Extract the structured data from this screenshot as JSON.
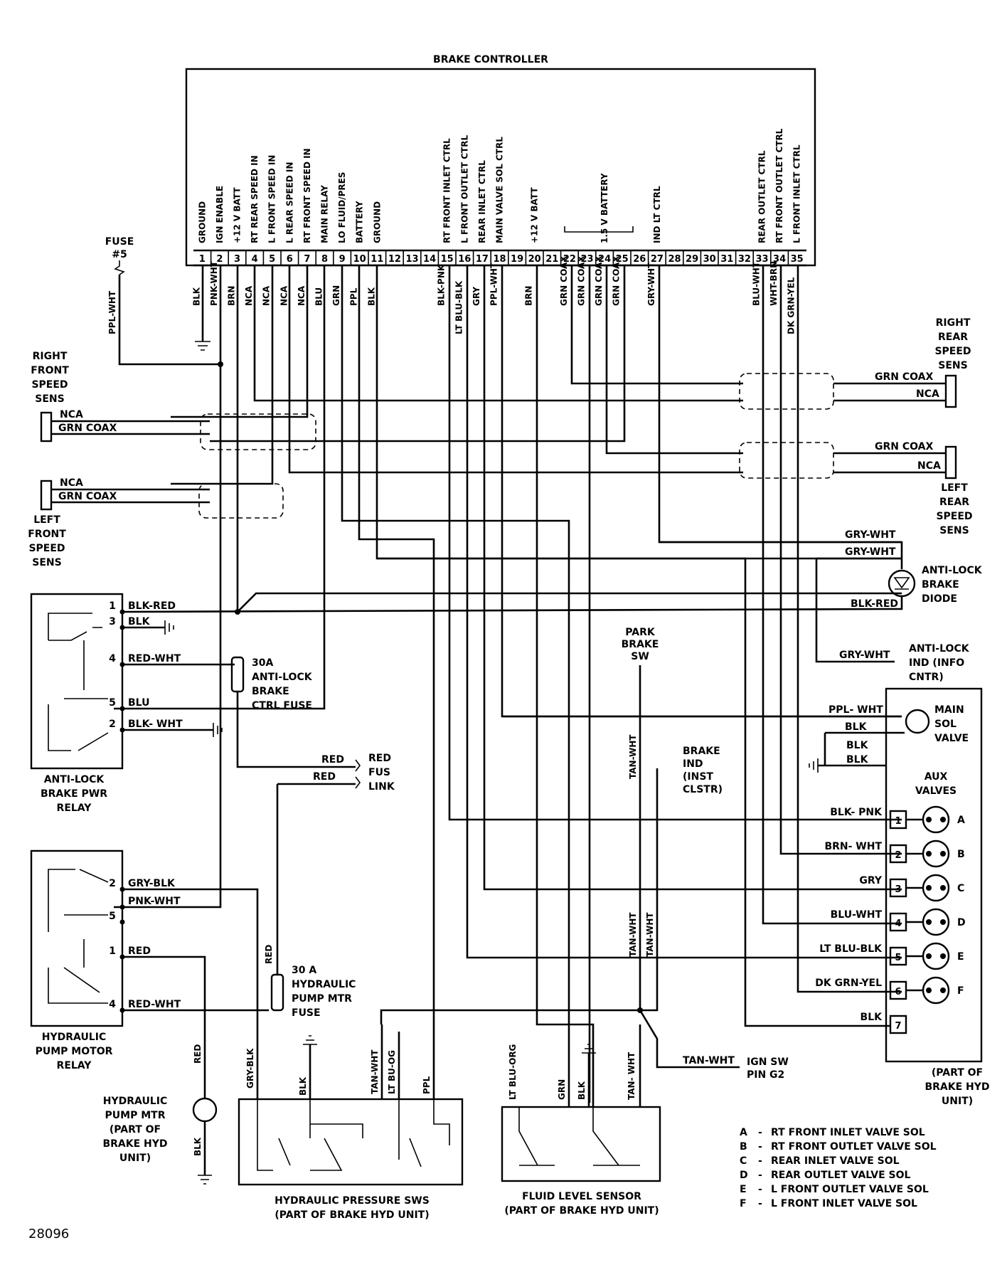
{
  "title": "BRAKE CONTROLLER",
  "figure_number": "28096",
  "controller_functions": [
    {
      "pin": 1,
      "text": "GROUND"
    },
    {
      "pin": 2,
      "text": "IGN ENABLE"
    },
    {
      "pin": 3,
      "text": "+12 V BATT"
    },
    {
      "pin": 4,
      "text": "RT REAR SPEED IN"
    },
    {
      "pin": 5,
      "text": "L FRONT SPEED IN"
    },
    {
      "pin": 6,
      "text": "L REAR SPEED IN"
    },
    {
      "pin": 7,
      "text": "RT FRONT SPEED IN"
    },
    {
      "pin": 8,
      "text": "MAIN RELAY"
    },
    {
      "pin": 9,
      "text": "LO FLUID/PRES"
    },
    {
      "pin": 10,
      "text": "BATTERY"
    },
    {
      "pin": 11,
      "text": "GROUND"
    },
    {
      "pin": 15,
      "text": "RT FRONT INLET CTRL"
    },
    {
      "pin": 16,
      "text": "L FRONT OUTLET CTRL"
    },
    {
      "pin": 17,
      "text": "REAR INLET CTRL"
    },
    {
      "pin": 18,
      "text": "MAIN VALVE SOL CTRL"
    },
    {
      "pin": 20,
      "text": "+12 V BATT"
    },
    {
      "pin": 24,
      "text": "1.5 V BATTERY"
    },
    {
      "pin": 27,
      "text": "IND LT CTRL"
    },
    {
      "pin": 33,
      "text": "REAR OUTLET CTRL"
    },
    {
      "pin": 34,
      "text": "RT FRONT OUTLET CTRL"
    },
    {
      "pin": 35,
      "text": "L FRONT INLET CTRL"
    }
  ],
  "pin_numbers": [
    "1",
    "2",
    "3",
    "4",
    "5",
    "6",
    "7",
    "8",
    "9",
    "10",
    "11",
    "12",
    "13",
    "14",
    "15",
    "16",
    "17",
    "18",
    "19",
    "20",
    "21",
    "22",
    "23",
    "24",
    "25",
    "26",
    "27",
    "28",
    "29",
    "30",
    "31",
    "32",
    "33",
    "34",
    "35"
  ],
  "pin_wires": [
    {
      "pin": 1,
      "text": "BLK"
    },
    {
      "pin": 2,
      "text": "PNK-WHT"
    },
    {
      "pin": 3,
      "text": "BRN"
    },
    {
      "pin": 4,
      "text": "NCA"
    },
    {
      "pin": 5,
      "text": "NCA"
    },
    {
      "pin": 6,
      "text": "NCA"
    },
    {
      "pin": 7,
      "text": "NCA"
    },
    {
      "pin": 8,
      "text": "BLU"
    },
    {
      "pin": 9,
      "text": "GRN"
    },
    {
      "pin": 10,
      "text": "PPL"
    },
    {
      "pin": 11,
      "text": "BLK"
    },
    {
      "pin": 15,
      "text": "BLK-PNK"
    },
    {
      "pin": 16,
      "text": "LT BLU-BLK"
    },
    {
      "pin": 17,
      "text": "GRY"
    },
    {
      "pin": 18,
      "text": "PPL-WHT"
    },
    {
      "pin": 20,
      "text": "BRN"
    },
    {
      "pin": 22,
      "text": "GRN COAX"
    },
    {
      "pin": 23,
      "text": "GRN COAX"
    },
    {
      "pin": 24,
      "text": "GRN COAX"
    },
    {
      "pin": 25,
      "text": "GRN COAX"
    },
    {
      "pin": 27,
      "text": "GRY-WHT"
    },
    {
      "pin": 33,
      "text": "BLU-WHT"
    },
    {
      "pin": 34,
      "text": "WHT-BRN"
    },
    {
      "pin": 35,
      "text": "DK GRN-YEL"
    }
  ],
  "fuse5": {
    "label_a": "FUSE",
    "label_b": "#5",
    "wire": "PPL-WHT"
  },
  "rf_sensor": {
    "name_lines": [
      "RIGHT",
      "FRONT",
      "SPEED",
      "SENS"
    ],
    "wire_top": "NCA",
    "wire_bottom": "GRN COAX"
  },
  "lf_sensor": {
    "name_lines": [
      "LEFT",
      "FRONT",
      "SPEED",
      "SENS"
    ],
    "wire_top": "NCA",
    "wire_bottom": "GRN COAX"
  },
  "rr_sensor": {
    "name_lines": [
      "RIGHT",
      "REAR",
      "SPEED",
      "SENS"
    ],
    "wire_top": "GRN COAX",
    "wire_bottom": "NCA"
  },
  "lr_sensor": {
    "name_lines": [
      "LEFT",
      "REAR",
      "SPEED",
      "SENS"
    ],
    "wire_top": "GRN COAX",
    "wire_bottom": "NCA"
  },
  "pwr_relay": {
    "name_lines": [
      "ANTI-LOCK",
      "BRAKE PWR",
      "RELAY"
    ],
    "pins": [
      {
        "pin": "1",
        "wire": "BLK-RED"
      },
      {
        "pin": "3",
        "wire": "BLK"
      },
      {
        "pin": "4",
        "wire": "RED-WHT"
      },
      {
        "pin": "5",
        "wire": "BLU"
      },
      {
        "pin": "2",
        "wire": "BLK- WHT"
      }
    ]
  },
  "fuse_30a_ctrl": {
    "lines": [
      "30A",
      "ANTI-LOCK",
      "BRAKE",
      "CTRL FUSE"
    ]
  },
  "fus_link": {
    "wire_a": "RED",
    "wire_b": "RED",
    "lines": [
      "RED",
      "FUS",
      "LINK"
    ]
  },
  "pump_relay": {
    "name_lines": [
      "HYDRAULIC",
      "PUMP MOTOR",
      "RELAY"
    ],
    "pins": [
      {
        "pin": "2",
        "wire": "GRY-BLK"
      },
      {
        "pin": "",
        "wire": "PNK-WHT"
      },
      {
        "pin": "5",
        "wire": ""
      },
      {
        "pin": "1",
        "wire": "RED"
      },
      {
        "pin": "4",
        "wire": "RED-WHT"
      }
    ]
  },
  "fuse_30a_pump": {
    "wire": "RED",
    "lines": [
      "30 A",
      "HYDRAULIC",
      "PUMP MTR",
      "FUSE"
    ]
  },
  "pump_motor": {
    "lines": [
      "HYDRAULIC",
      "PUMP MTR",
      "(PART OF",
      "BRAKE HYD",
      "UNIT)"
    ],
    "wire_top": "RED",
    "wire_bottom": "BLK"
  },
  "pressure_sws": {
    "lines": [
      "HYDRAULIC PRESSURE SWS",
      "(PART OF BRAKE HYD UNIT)"
    ],
    "wires": [
      "GRY-BLK",
      "BLK",
      "TAN-WHT",
      "LT BU-OG",
      "PPL"
    ]
  },
  "fluid_sensor": {
    "lines": [
      "FLUID LEVEL SENSOR",
      "(PART OF BRAKE HYD UNIT)"
    ],
    "wires": [
      "LT BLU-ORG",
      "GRN",
      "BLK",
      "TAN- WHT"
    ]
  },
  "park_brake": {
    "lines": [
      "PARK",
      "BRAKE",
      "SW"
    ],
    "wire": "TAN-WHT"
  },
  "brake_ind": {
    "lines": [
      "BRAKE",
      "IND",
      "(INST",
      "CLSTR)"
    ]
  },
  "tan_wht_lower": [
    "TAN-WHT",
    "TAN-WHT"
  ],
  "ign_sw": {
    "wire": "TAN-WHT",
    "lines": [
      "IGN SW",
      "PIN G2"
    ]
  },
  "abs_diode": {
    "wires": [
      "GRY-WHT",
      "GRY-WHT",
      "BLK-RED"
    ],
    "lines": [
      "ANTI-LOCK",
      "BRAKE",
      "DIODE"
    ]
  },
  "abs_ind": {
    "wire": "GRY-WHT",
    "lines": [
      "ANTI-LOCK",
      "IND (INFO",
      "CNTR)"
    ]
  },
  "main_sol": {
    "wires": [
      "PPL- WHT",
      "BLK",
      "BLK",
      "BLK"
    ],
    "lines": [
      "MAIN",
      "SOL",
      "VALVE"
    ]
  },
  "aux_valves": {
    "title_lines": [
      "AUX",
      "VALVES"
    ],
    "rows": [
      {
        "pin": "1",
        "wire": "BLK- PNK",
        "letter": "A"
      },
      {
        "pin": "2",
        "wire": "BRN- WHT",
        "letter": "B"
      },
      {
        "pin": "3",
        "wire": "GRY",
        "letter": "C"
      },
      {
        "pin": "4",
        "wire": "BLU-WHT",
        "letter": "D"
      },
      {
        "pin": "5",
        "wire": "LT BLU-BLK",
        "letter": "E"
      },
      {
        "pin": "6",
        "wire": "DK GRN-YEL",
        "letter": "F"
      },
      {
        "pin": "7",
        "wire": "BLK",
        "letter": ""
      }
    ],
    "part_lines": [
      "(PART OF",
      "BRAKE HYD",
      "UNIT)"
    ]
  },
  "legend": [
    {
      "key": "A",
      "desc": "RT FRONT INLET VALVE SOL"
    },
    {
      "key": "B",
      "desc": "RT FRONT OUTLET VALVE SOL"
    },
    {
      "key": "C",
      "desc": "REAR INLET VALVE SOL"
    },
    {
      "key": "D",
      "desc": "REAR OUTLET VALVE SOL"
    },
    {
      "key": "E",
      "desc": "L FRONT OUTLET VALVE SOL"
    },
    {
      "key": "F",
      "desc": "L FRONT INLET VALVE SOL"
    }
  ]
}
